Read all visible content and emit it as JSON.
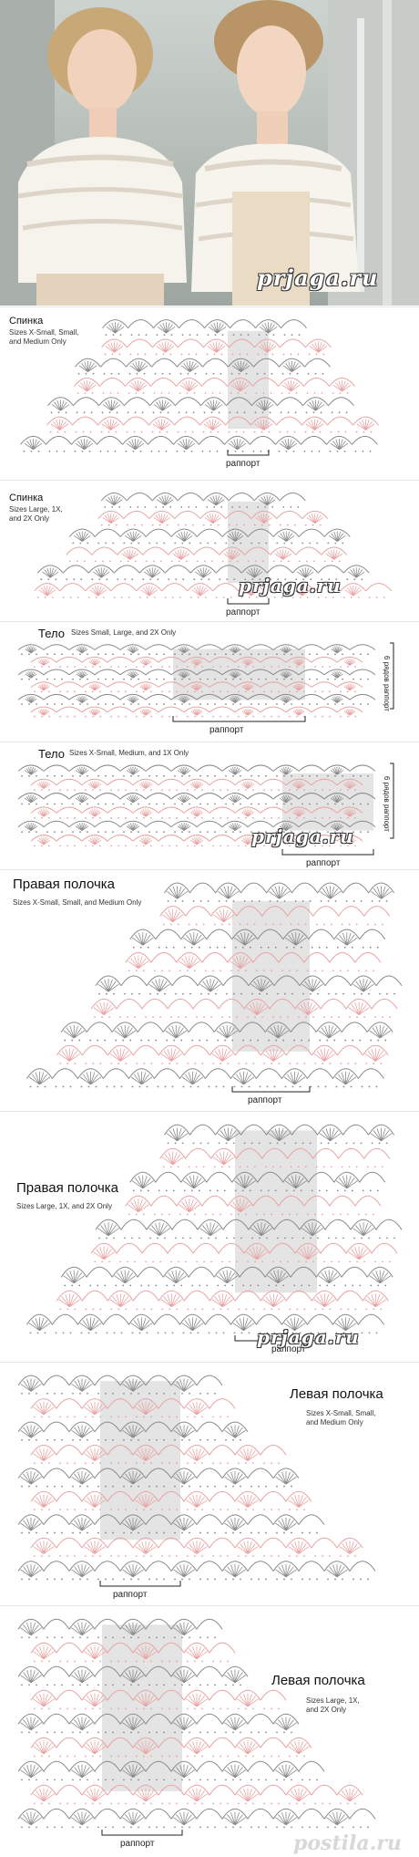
{
  "watermark": "prjaga.ru",
  "footer_watermark": "postila.ru",
  "colors": {
    "pink": "#e8a3a3",
    "gray": "#8a8a8a",
    "shade": "#e4e4e4",
    "ink": "#222222"
  },
  "rapport_label": "раппорт",
  "panels": [
    {
      "title": "Спинка",
      "subtitle": "Sizes X-Small, Small,\nand Medium Only",
      "rapport": "раппорт"
    },
    {
      "title": "Спинка",
      "subtitle": "Sizes Large, 1X,\nand 2X Only",
      "rapport": "раппорт"
    },
    {
      "title": "Тело",
      "subtitle": "Sizes Small, Large, and 2X Only",
      "rapport": "раппорт",
      "side_note": "6 рядов раппорт"
    },
    {
      "title": "Тело",
      "subtitle": "Sizes X-Small, Medium, and 1X Only",
      "rapport": "раппорт",
      "side_note": "6 рядов раппорт"
    },
    {
      "title": "Правая полочка",
      "subtitle": "Sizes X-Small, Small, and Medium Only",
      "rapport": "раппорт"
    },
    {
      "title": "Правая полочка",
      "subtitle": "Sizes Large, 1X, and 2X Only",
      "rapport": "раппорт"
    },
    {
      "title": "Левая полочка",
      "subtitle": "Sizes X-Small, Small,\nand Medium Only",
      "rapport": "раппорт"
    },
    {
      "title": "Левая полочка",
      "subtitle": "Sizes Large, 1X,\nand 2X Only",
      "rapport": "раппорт"
    }
  ]
}
